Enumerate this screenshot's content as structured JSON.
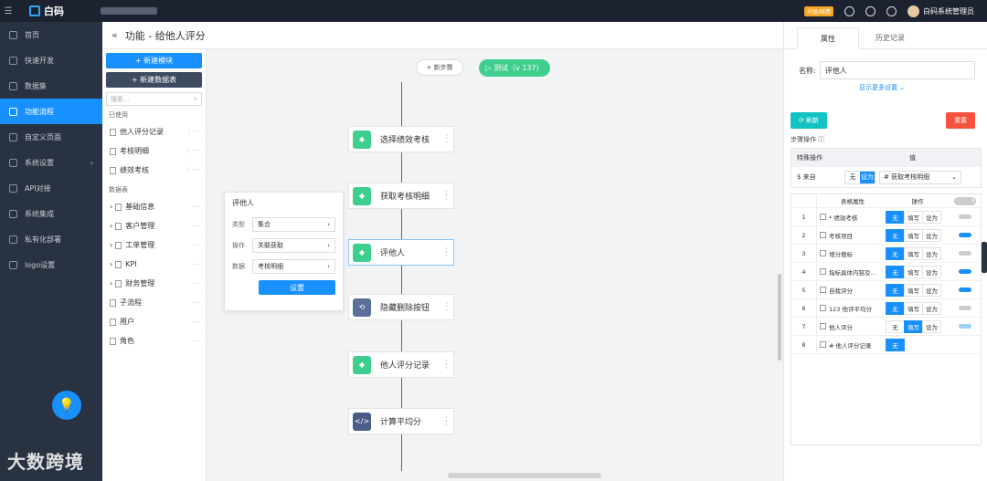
{
  "app": {
    "name": "白码",
    "upgrade_badge": "升级/续费",
    "user": "白码系统管理员"
  },
  "sidebar": {
    "items": [
      {
        "label": "首页",
        "icon": "home-icon"
      },
      {
        "label": "快速开发",
        "icon": "box-icon"
      },
      {
        "label": "数据集",
        "icon": "database-icon"
      },
      {
        "label": "功能流程",
        "icon": "flow-icon",
        "active": true
      },
      {
        "label": "自定义页面",
        "icon": "page-icon"
      },
      {
        "label": "系统设置",
        "icon": "settings-icon",
        "arrow": "›"
      },
      {
        "label": "API对接",
        "icon": "api-icon"
      },
      {
        "label": "系统集成",
        "icon": "integration-icon"
      },
      {
        "label": "私有化部署",
        "icon": "server-icon"
      },
      {
        "label": "logo设置",
        "icon": "image-icon"
      }
    ],
    "bulb_glyph": "💡"
  },
  "watermark": "大数跨境",
  "page": {
    "back_glyph": "«",
    "title": "功能 - 给他人评分"
  },
  "leftpanel": {
    "new_module": "+ 新建模块",
    "new_table": "+ 新建数据表",
    "search_placeholder": "搜索...",
    "used_label": "已使用",
    "used_items": [
      "他人评分记录",
      "考核明细",
      "绩效考核"
    ],
    "datatables_label": "数据表",
    "folders": [
      "基础信息",
      "客户管理",
      "工单管理",
      "KPI",
      "财务管理"
    ],
    "others": [
      "子流程",
      "用户",
      "角色"
    ]
  },
  "canvas": {
    "new_step": "+ 新步骤",
    "test_button": "▷ 测试（v 137）",
    "nodes": [
      {
        "label": "选择绩效考核",
        "color": "#3ecf8e"
      },
      {
        "label": "获取考核明细",
        "color": "#3ecf8e"
      },
      {
        "label": "评他人",
        "color": "#3ecf8e",
        "active": true
      },
      {
        "label": "隐藏删除按钮",
        "color": "#5b6f9a"
      },
      {
        "label": "他人评分记录",
        "color": "#3ecf8e"
      },
      {
        "label": "计算平均分",
        "color": "#4a5d86"
      }
    ]
  },
  "popup": {
    "title": "评他人",
    "rows": [
      {
        "label": "类型",
        "value": "集合"
      },
      {
        "label": "操作",
        "value": "关联获取"
      },
      {
        "label": "数据",
        "value": "考核明细"
      }
    ],
    "button": "设置"
  },
  "rightpanel": {
    "tabs": [
      "属性",
      "历史记录"
    ],
    "name_label": "名称:",
    "name_value": "评他人",
    "more_settings": "显示更多设置 ⌄",
    "refresh": "⟳ 刷新",
    "reset": "重置",
    "step_ops_label": "步骤操作 ⓘ",
    "special_head": [
      "特殊操作",
      "值"
    ],
    "special_row": {
      "key": "$ 来自",
      "seg": [
        "无",
        "设为"
      ],
      "select": "# 获取考核明细"
    },
    "field_head": [
      "表格属性",
      "操作"
    ],
    "fields": [
      {
        "idx": "1",
        "name": "* 绩效考核",
        "ops": [
          "无",
          "填写",
          "设为"
        ],
        "on": 0,
        "tog": ""
      },
      {
        "idx": "2",
        "name": "考核项目",
        "ops": [
          "无",
          "填写",
          "设为"
        ],
        "on": 0,
        "tog": "on"
      },
      {
        "idx": "3",
        "name": "增分擅标",
        "ops": [
          "无",
          "填写",
          "设为"
        ],
        "on": 0,
        "tog": ""
      },
      {
        "idx": "4",
        "name": "指标具体内容及…",
        "ops": [
          "无",
          "填写",
          "设为"
        ],
        "on": 0,
        "tog": "on"
      },
      {
        "idx": "5",
        "name": "自我评分",
        "ops": [
          "无",
          "填写",
          "设为"
        ],
        "on": 0,
        "tog": "on"
      },
      {
        "idx": "6",
        "name": "123 他评平均分",
        "ops": [
          "无",
          "填写",
          "设为"
        ],
        "on": 0,
        "tog": ""
      },
      {
        "idx": "7",
        "name": "他人评分",
        "ops": [
          "无",
          "填写",
          "设为"
        ],
        "on": 1,
        "tog": "light"
      },
      {
        "idx": "8",
        "name": "# 他人评分记录",
        "ops": [
          "无"
        ],
        "on": 0,
        "tog": ""
      }
    ]
  }
}
